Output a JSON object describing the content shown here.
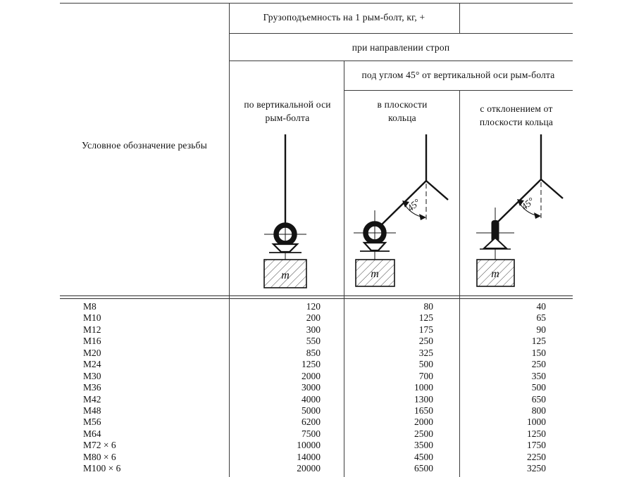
{
  "header": {
    "load_capacity": "Грузоподъемность на 1 рым-болт, кг, +",
    "sling_direction": "при направлении строп",
    "angle_45": "под углом 45° от вертикальной оси рым-болта",
    "thread_designation": "Условное обозначение резьбы",
    "col_vertical_axis": "по вертикальной оси рым-болта",
    "col_in_plane": "в плоскости кольца",
    "col_out_of_plane": "с отклонением от плоскости кольца"
  },
  "diagram_labels": {
    "mass": "m",
    "angle": "45°"
  },
  "rows": [
    {
      "thread": "M8",
      "vertical": "120",
      "in_plane": "80",
      "out_of_plane": "40"
    },
    {
      "thread": "M10",
      "vertical": "200",
      "in_plane": "125",
      "out_of_plane": "65"
    },
    {
      "thread": "M12",
      "vertical": "300",
      "in_plane": "175",
      "out_of_plane": "90"
    },
    {
      "thread": "M16",
      "vertical": "550",
      "in_plane": "250",
      "out_of_plane": "125"
    },
    {
      "thread": "M20",
      "vertical": "850",
      "in_plane": "325",
      "out_of_plane": "150"
    },
    {
      "thread": "M24",
      "vertical": "1250",
      "in_plane": "500",
      "out_of_plane": "250"
    },
    {
      "thread": "M30",
      "vertical": "2000",
      "in_plane": "700",
      "out_of_plane": "350"
    },
    {
      "thread": "M36",
      "vertical": "3000",
      "in_plane": "1000",
      "out_of_plane": "500"
    },
    {
      "thread": "M42",
      "vertical": "4000",
      "in_plane": "1300",
      "out_of_plane": "650"
    },
    {
      "thread": "M48",
      "vertical": "5000",
      "in_plane": "1650",
      "out_of_plane": "800"
    },
    {
      "thread": "M56",
      "vertical": "6200",
      "in_plane": "2000",
      "out_of_plane": "1000"
    },
    {
      "thread": "M64",
      "vertical": "7500",
      "in_plane": "2500",
      "out_of_plane": "1250"
    },
    {
      "thread": "M72 × 6",
      "vertical": "10000",
      "in_plane": "3500",
      "out_of_plane": "1750"
    },
    {
      "thread": "M80 × 6",
      "vertical": "14000",
      "in_plane": "4500",
      "out_of_plane": "2250"
    },
    {
      "thread": "M100 × 6",
      "vertical": "20000",
      "in_plane": "6500",
      "out_of_plane": "3250"
    }
  ]
}
